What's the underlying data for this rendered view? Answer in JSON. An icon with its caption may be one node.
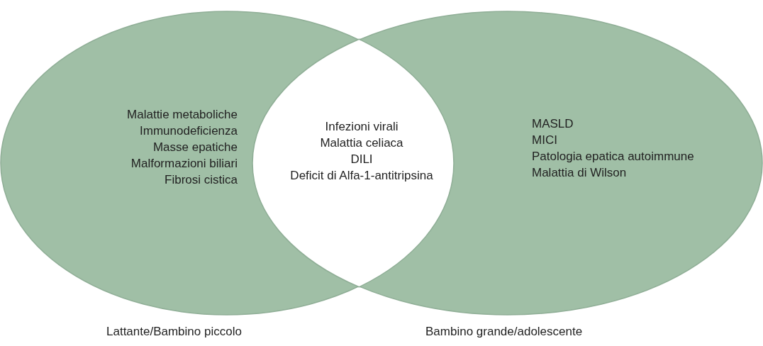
{
  "diagram": {
    "nodes": [
      {
        "text": [
          "Malattie metaboliche",
          "Immunodeficienza",
          "Masse epatiche",
          "Malformazioni biliari",
          "Fibrosi cistica"
        ],
        "beside": [
          "Lattante/Bambino piccolo"
        ]
      },
      {
        "text": [
          "MASLD",
          "MICI",
          "Patologia epatica autoimmune",
          "Malattia di Wilson"
        ],
        "beside": [
          "Bambino grande/adolescente"
        ]
      },
      {
        "text": [
          "Infezioni virali",
          "Malattia celiaca",
          "DILI",
          "Deficit di Alfa-1-antitripsina"
        ]
      }
    ]
  }
}
